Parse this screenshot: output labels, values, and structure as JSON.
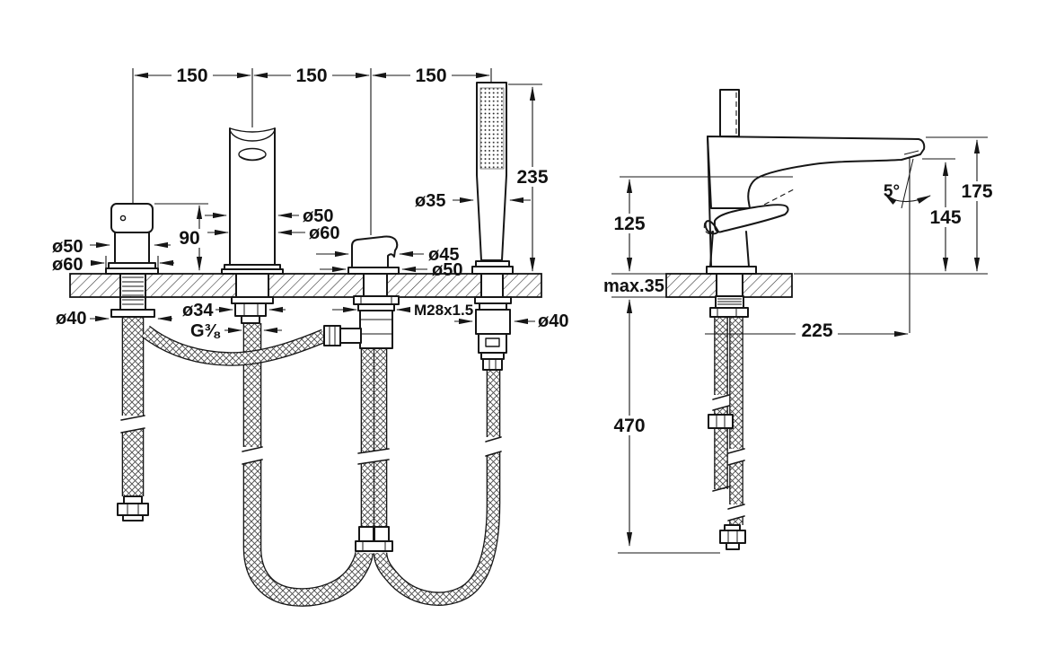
{
  "front_view": {
    "spacing": {
      "d1": "150",
      "d2": "150",
      "d3": "150"
    },
    "handle": {
      "diameter": "ø50",
      "base_diameter": "ø60",
      "height": "90",
      "shank_diameter": "ø40"
    },
    "spout": {
      "diameter": "ø50",
      "base_diameter": "ø60",
      "nut_diameter": "ø34",
      "hose_thread": "G⅜"
    },
    "diverter": {
      "diameter": "ø45",
      "base_diameter": "ø50",
      "thread": "M28x1.5"
    },
    "hand_shower": {
      "diameter": "ø35",
      "length": "235",
      "shank_diameter": "ø40"
    }
  },
  "side_view": {
    "spout_underside_height": "125",
    "deck_thickness": "max.35",
    "hose_drop": "470",
    "spout_reach": "225",
    "outlet_height": "145",
    "total_height": "175",
    "spray_angle": "5°"
  }
}
